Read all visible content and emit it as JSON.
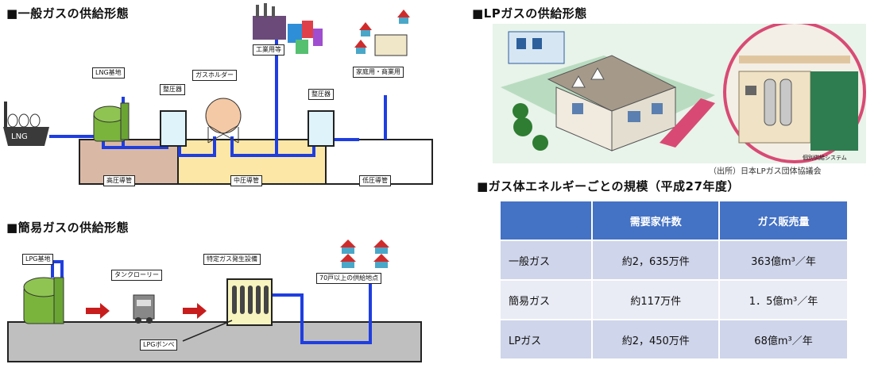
{
  "general_gas": {
    "title": "■一般ガスの供給形態",
    "labels": {
      "lng_base": "LNG基地",
      "regulator1": "整圧器",
      "gas_holder": "ガスホルダー",
      "factories": "工業用等",
      "regulator2": "整圧器",
      "homes": "家庭用・商業用",
      "lng_ship": "LNG",
      "high_pressure": "高圧導管",
      "mid_pressure": "中圧導管",
      "low_pressure": "低圧導管"
    }
  },
  "simple_gas": {
    "title": "■簡易ガスの供給形態",
    "labels": {
      "lpg_base": "LPG基地",
      "tank_lorry": "タンクローリー",
      "gas_plant": "特定ガス発生設備",
      "supply_area": "70戸以上の供給地点",
      "lpg_cylinder": "LPGボンベ"
    }
  },
  "lp_gas": {
    "title": "■LPガスの供給形態",
    "caption_small": "個別供給システム",
    "source": "（出所）日本LPガス団体協議会"
  },
  "scale_table": {
    "title": "■ガス体エネルギーごとの規模（平成27年度）",
    "headers": [
      "",
      "需要家件数",
      "ガス販売量"
    ],
    "rows": [
      {
        "name": "一般ガス",
        "customers": "約2，635万件",
        "sales": "363億m³／年"
      },
      {
        "name": "簡易ガス",
        "customers": "約117万件",
        "sales": "1．5億m³／年"
      },
      {
        "name": "LPガス",
        "customers": "約2，450万件",
        "sales": "68億m³／年"
      }
    ]
  },
  "colors": {
    "pipe": "#1f3ee0",
    "high_pressure_fill": "#d9b9a6",
    "mid_pressure_fill": "#fde7a6",
    "ground": "#bfbfbf",
    "table_header": "#4472c4",
    "tank_green": "#7ab43c"
  }
}
